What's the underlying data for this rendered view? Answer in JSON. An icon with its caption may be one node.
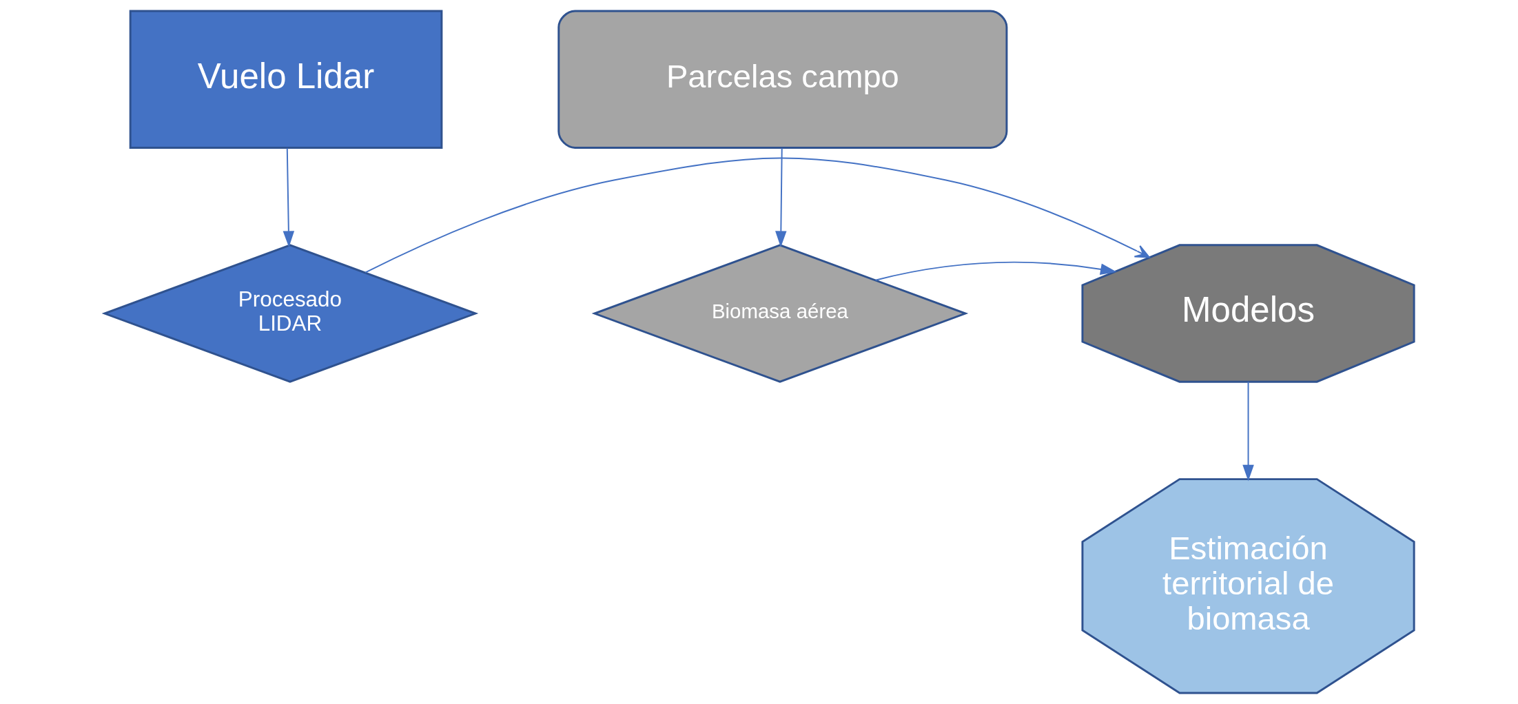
{
  "diagram": {
    "nodes": [
      {
        "text": [
          "Vuelo Lidar"
        ]
      },
      {
        "text": [
          "Parcelas campo"
        ]
      },
      {
        "text": [
          "Procesado LIDAR"
        ]
      },
      {
        "text": [
          "Modelos"
        ]
      },
      {
        "text": [
          "Biomasa aérea"
        ]
      },
      {
        "text": [
          "Estimación territorial de biomasa"
        ]
      }
    ],
    "edges": [
      {
        "from": 0,
        "to": 2,
        "arrow": "to"
      },
      {
        "from": 2,
        "to": 3,
        "arrow": "to"
      },
      {
        "from": 1,
        "to": 4,
        "arrow": "to"
      },
      {
        "from": 4,
        "to": 3,
        "arrow": "to"
      },
      {
        "from": 3,
        "to": 5,
        "arrow": "to"
      }
    ]
  }
}
